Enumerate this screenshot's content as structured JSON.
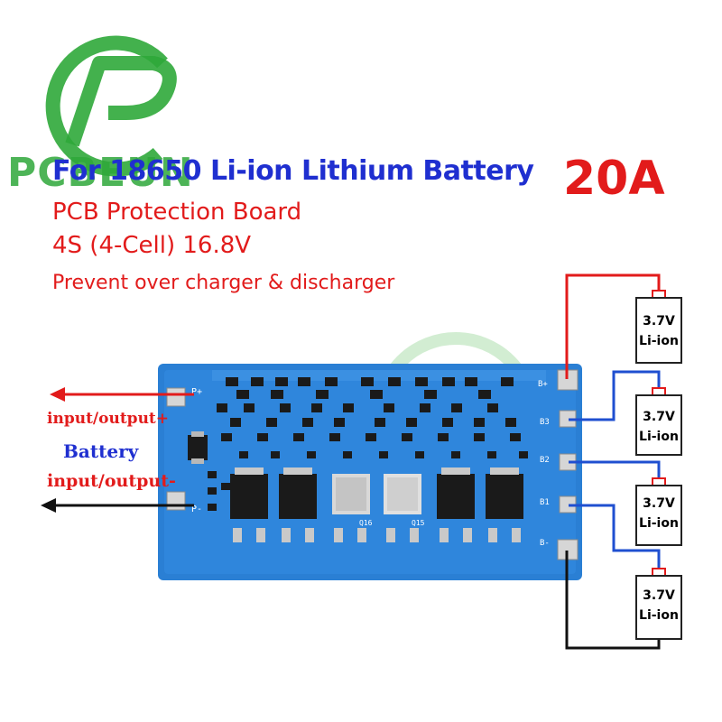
{
  "brand": {
    "text": "PCBEUN"
  },
  "heading": {
    "title": "For 18650 Li-ion Lithium Battery",
    "subtitle": "PCB Protection Board",
    "config": "4S (4-Cell) 16.8V",
    "feature": "Prevent over charger & discharger"
  },
  "rating": "20A",
  "connections": {
    "positive_label": "input/output+",
    "battery_label": "Battery",
    "negative_label": "input/output-"
  },
  "board_pads": {
    "p_plus": "P+",
    "p_minus": "P-",
    "b_plus": "B+",
    "b3": "B3",
    "b2": "B2",
    "b1": "B1",
    "b_minus": "B-"
  },
  "cells": [
    {
      "label_1": "3.7V",
      "label_2": "Li-ion"
    },
    {
      "label_1": "3.7V",
      "label_2": "Li-ion"
    },
    {
      "label_1": "3.7V",
      "label_2": "Li-ion"
    },
    {
      "label_1": "3.7V",
      "label_2": "Li-ion"
    }
  ],
  "board_marks": [
    "Q16",
    "Q15"
  ],
  "colors": {
    "board": "#2a7fd4",
    "positive_wire": "#e21b1b",
    "balance_wire": "#1f4fd0",
    "negative_wire": "#111111",
    "brand": "#2fa83a"
  }
}
